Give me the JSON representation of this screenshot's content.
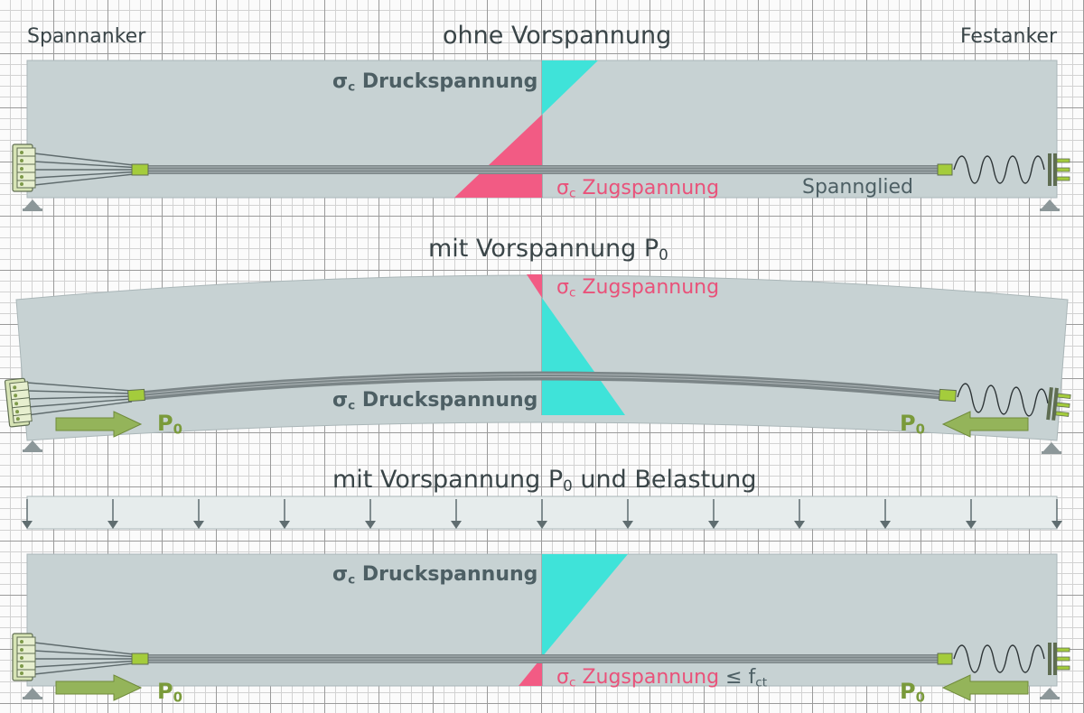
{
  "labels": {
    "spannanker": "Spannanker",
    "festanker": "Festanker",
    "title_1": "ohne Vorspannung",
    "title_2_main": "mit Vorspannung P",
    "title_2_sub": "0",
    "title_3_main": "mit Vorspannung P",
    "title_3_sub": "0",
    "title_3_rest": " und Belastung",
    "sigma": "σ",
    "sigma_sub": "c",
    "druck": " Druckspannung",
    "zug": " Zugspannung",
    "spannglied": "Spannglied",
    "leq": " ≤ ",
    "fct_main": "f",
    "fct_sub": "ct",
    "p": "P",
    "p_sub": "0"
  },
  "colors": {
    "beam": "#c7d2d3",
    "beam_stroke": "#aab6b8",
    "load_band": "#e6ecec",
    "compression": "#3fe3d9",
    "tension": "#f25b84",
    "tendon": "#7b8587",
    "anchor": "#d7e4b5",
    "coupler": "#a4cc3c",
    "arrow": "#94b45a",
    "support": "#8c9799"
  },
  "icons": [
    "pin-support-icon",
    "load-arrow-icon",
    "force-arrow-icon",
    "spiral-anchor-icon",
    "plate-anchor-icon"
  ]
}
